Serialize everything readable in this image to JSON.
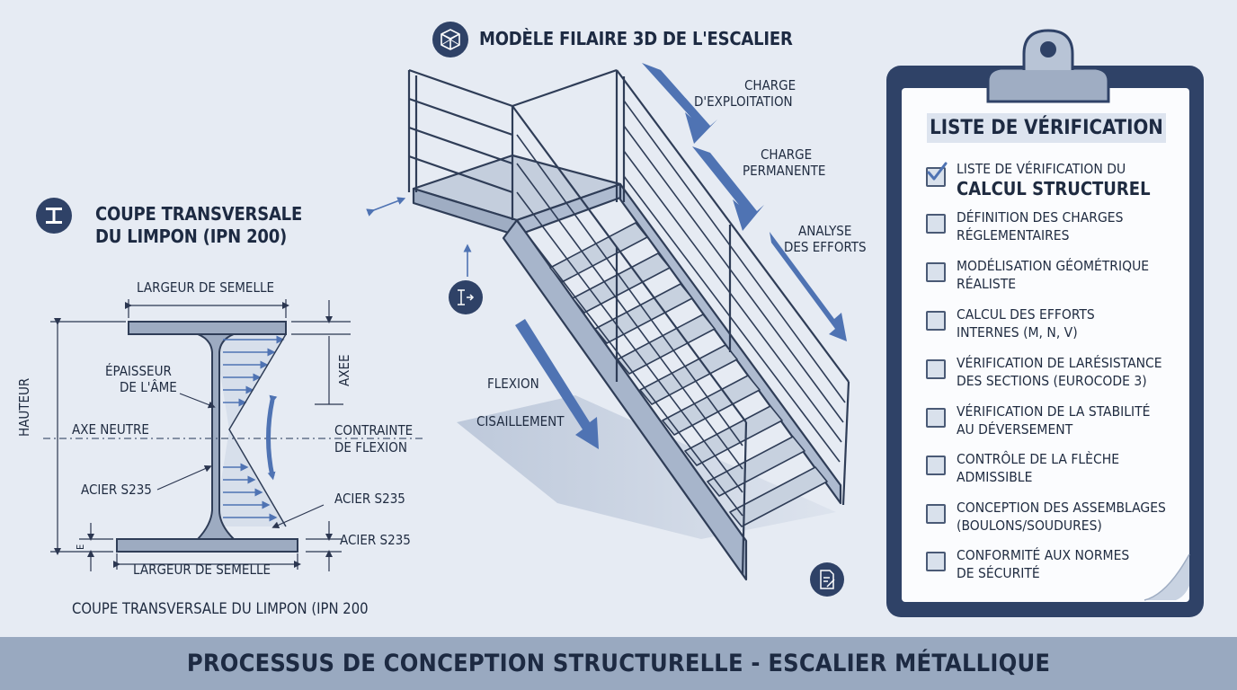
{
  "footer": {
    "title": "PROCESSUS DE CONCEPTION STRUCTURELLE - ESCALIER MÉTALLIQUE"
  },
  "wireframe": {
    "title": "MODÈLE FILAIRE 3D DE L'ESCALIER",
    "icon": "cube-wireframe-icon",
    "labels": {
      "charge_exploitation_1": "CHARGE",
      "charge_exploitation_2": "D'EXPLOITATION",
      "charge_permanente_1": "CHARGE",
      "charge_permanente_2": "PERMANENTE",
      "analyse_1": "ANALYSE",
      "analyse_2": "DES EFFORTS",
      "flexion": "FLEXION",
      "cisaillement": "CISAILLEMENT"
    }
  },
  "section": {
    "title_1": "COUPE TRANSVERSALE",
    "title_2": "DU LIMPON (IPN 200)",
    "icon": "i-beam-icon",
    "caption": "COUPE TRANSVERSALE DU LIMPON (IPN 200",
    "labels": {
      "largeur_top": "LARGEUR DE SEMELLE",
      "largeur_bottom": "LARGEUR DE SEMELLE",
      "epaisseur_1": "ÉPAISSEUR",
      "epaisseur_2": "DE L'ÂME",
      "axe_neutre": "AXE NEUTRE",
      "contrainte_1": "CONTRAINTE",
      "contrainte_2": "DE FLEXION",
      "acier_left": "ACIER S235",
      "acier_right": "ACIER S235",
      "acier_bottom": "ACIER S235",
      "hauteur": "HAUTEUR",
      "axee": "AXEE",
      "e": "E"
    }
  },
  "checklist": {
    "title": "LISTE DE VÉRIFICATION",
    "items": [
      {
        "line1": "LISTE DE VÉRIFICATION DU",
        "line2": "CALCUL STRUCTUREL",
        "checked": true
      },
      {
        "line1": "DÉFINITION DES CHARGES",
        "line2": "RÉGLEMENTAIRES",
        "checked": false
      },
      {
        "line1": "MODÉLISATION GÉOMÉTRIQUE",
        "line2": "RÉALISTE",
        "checked": false
      },
      {
        "line1": "CALCUL DES EFFORTS",
        "line2": "INTERNES (M, N, V)",
        "checked": false
      },
      {
        "line1": "VÉRIFICATION DE LARÉSISTANCE",
        "line2": "DES SECTIONS (EUROCODE 3)",
        "checked": false
      },
      {
        "line1": "VÉRIFICATION DE LA STABILITÉ",
        "line2": "AU DÉVERSEMENT",
        "checked": false
      },
      {
        "line1": "CONTRÔLE DE LA FLÈCHE",
        "line2": "ADMISSIBLE",
        "checked": false
      },
      {
        "line1": "CONCEPTION DES ASSEMBLAGES",
        "line2": "(BOULONS/SOUDURES)",
        "checked": false
      },
      {
        "line1": "CONFORMITÉ AUX NORMES",
        "line2": "DE SÉCURITÉ",
        "checked": false
      }
    ]
  },
  "colors": {
    "navy": "#2f4267",
    "accent_blue": "#4f73b3",
    "background": "#e6ebf3",
    "footer": "#99a9c0",
    "steel": "#b8c4d6"
  }
}
